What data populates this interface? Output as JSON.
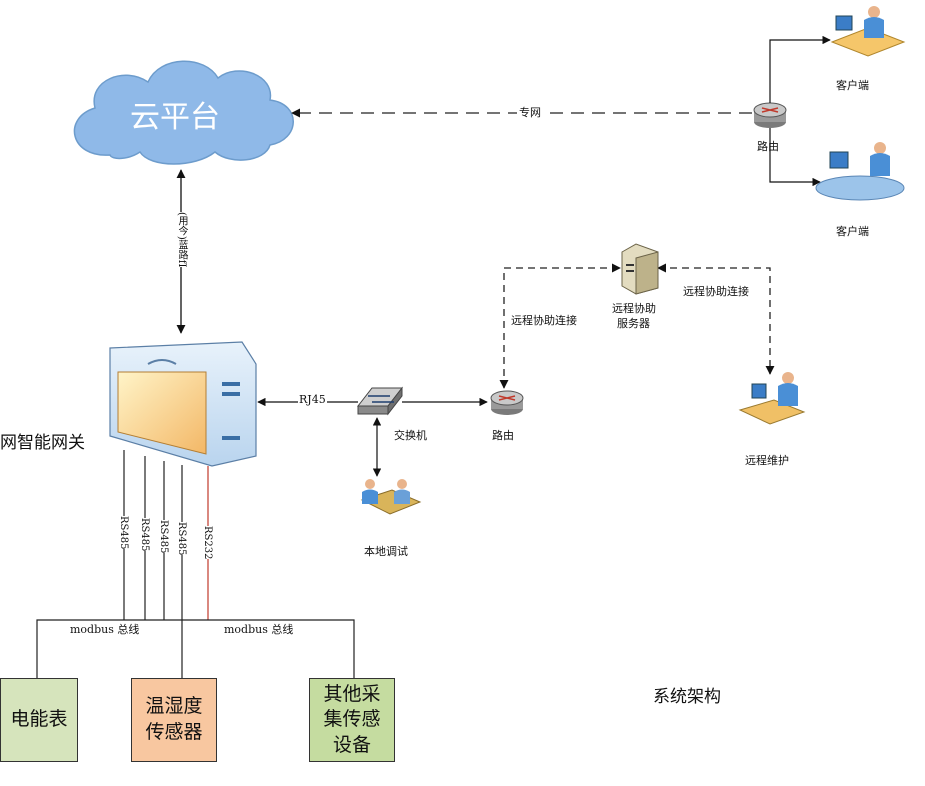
{
  "cloud": {
    "label": "云平台",
    "color": "#8fb9e8"
  },
  "links": {
    "private_network": "专网",
    "cloud_link": "(用今)蓝路fI",
    "rj45": "RJ45",
    "remote_assist_left": "远程协助连接",
    "remote_assist_right": "远程协助连接"
  },
  "nodes": {
    "gateway": "网智能网关",
    "switch": "交换机",
    "router_main": "路由",
    "router_lan": "路由",
    "client_top": "客户端",
    "client_bottom": "客户端",
    "remote_server_line1": "远程协助",
    "remote_server_line2": "服务器",
    "remote_maintenance": "远程维护",
    "local_debug": "本地调试"
  },
  "serial": {
    "ports": [
      "RS485",
      "RS485",
      "RS485",
      "RS485",
      "RS232"
    ],
    "bus_left": "modbus 总线",
    "bus_right": "modbus 总线",
    "rs232_color": "#c0392b"
  },
  "devices": {
    "meter": {
      "label": "电能表",
      "color": "#d6e4bc"
    },
    "temp_sensor": {
      "line1": "温湿度",
      "line2": "传感器",
      "color": "#f8c7a0"
    },
    "other": {
      "line1": "其他采",
      "line2": "集传感",
      "line3": "设备",
      "color": "#c5dca0"
    }
  },
  "title": "系统架构"
}
